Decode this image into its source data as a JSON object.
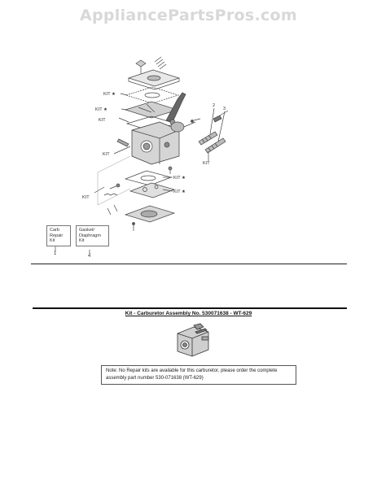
{
  "watermark": "AppliancePartsPros.com",
  "callouts": {
    "kit": "KIT",
    "kit_star": "KIT ★",
    "num2": "2",
    "num3": "3"
  },
  "kits": [
    {
      "label": "Carb\nRepair\nKit",
      "number": "1"
    },
    {
      "label": "Gasket/\nDiaphragm\nKit",
      "number": "4"
    }
  ],
  "section_title": "Kit - Carburetor Assembly No. 530071638 - WT-629",
  "note": "Note: No Repair kits are available for this carburetor, please order the complete assembly part number 530-071638 (WT-629)"
}
